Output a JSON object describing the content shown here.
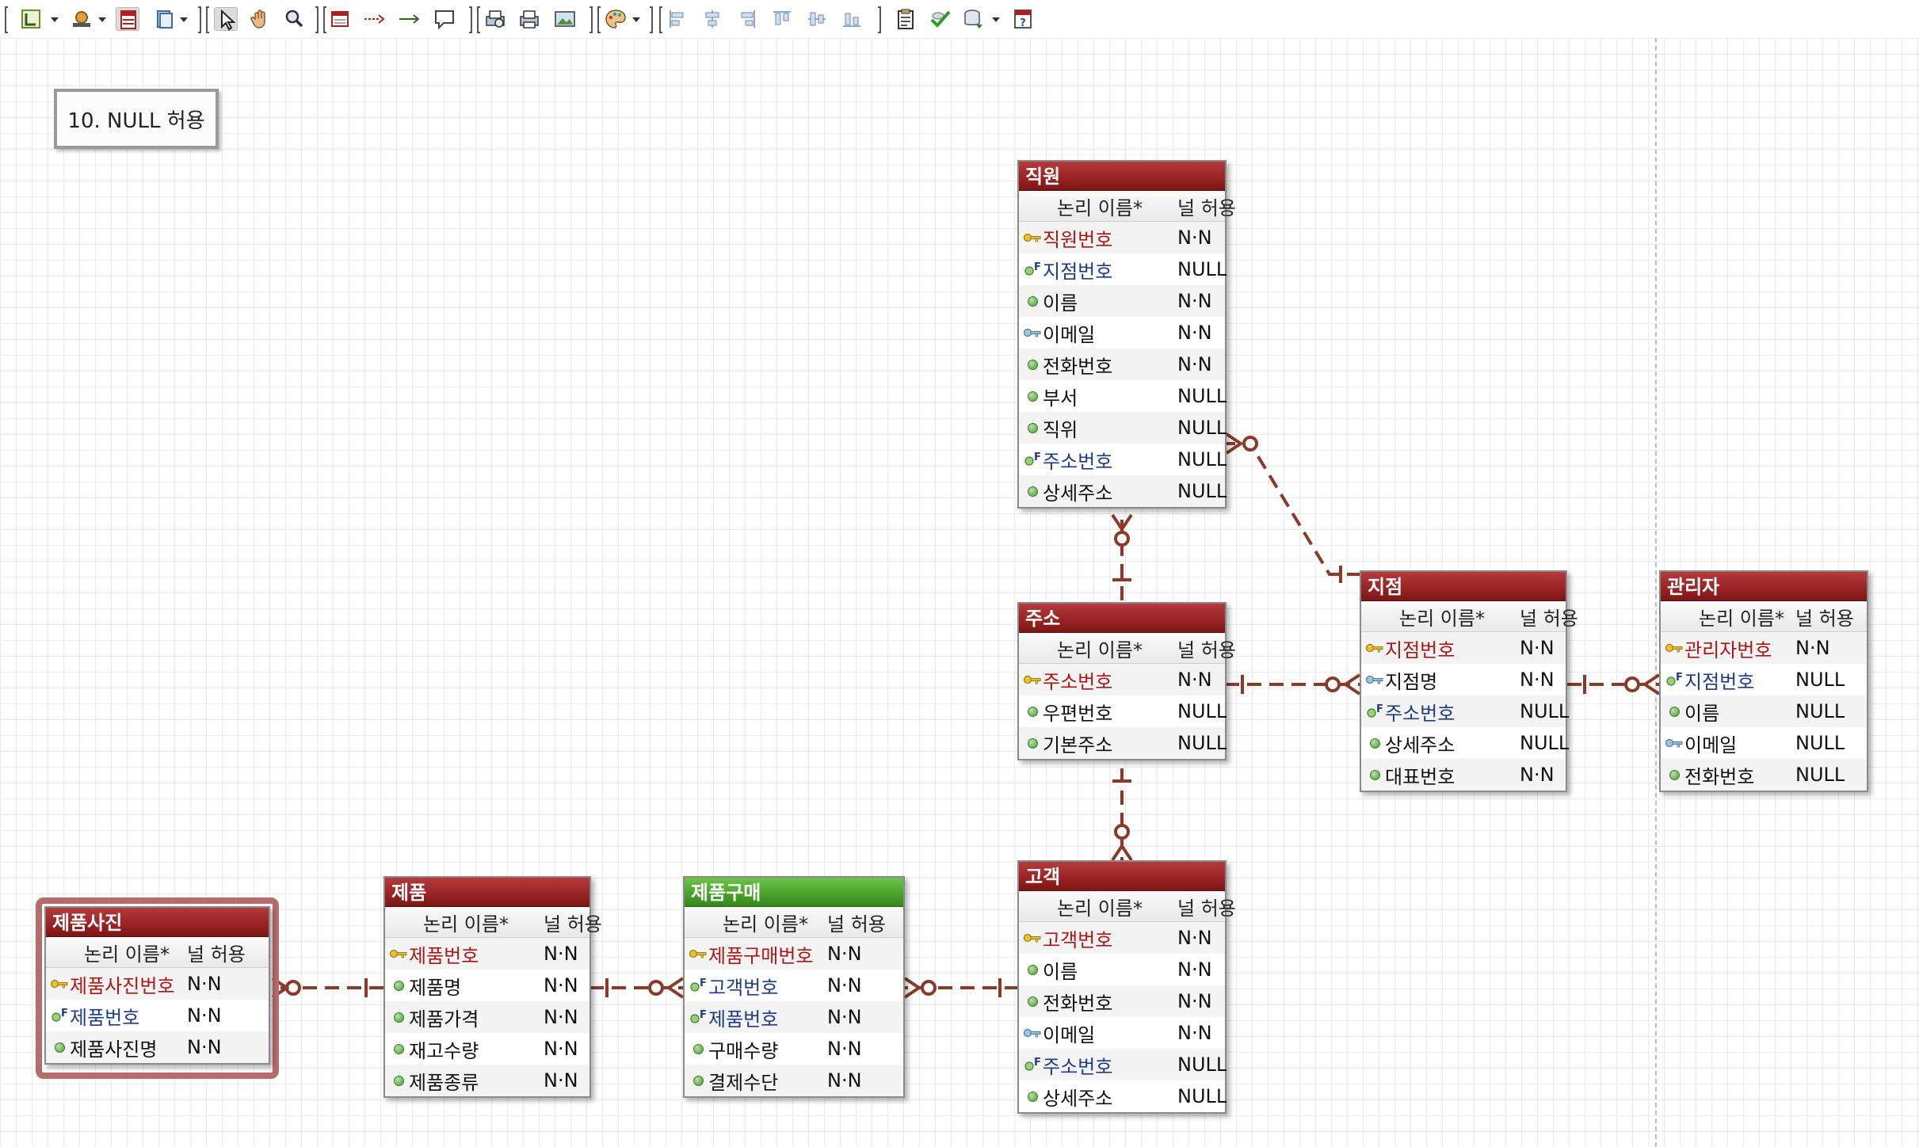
{
  "toolbar": {
    "buttons": [
      {
        "name": "layout-icon"
      },
      {
        "name": "palette-settings-icon"
      },
      {
        "name": "table-icon"
      },
      {
        "name": "document-icon"
      },
      {
        "name": "select-pointer-icon"
      },
      {
        "name": "hand-pan-icon"
      },
      {
        "name": "zoom-icon"
      },
      {
        "name": "new-entity-icon"
      },
      {
        "name": "non-identifying-relation-icon"
      },
      {
        "name": "identifying-relation-icon"
      },
      {
        "name": "note-icon"
      },
      {
        "name": "print-preview-icon"
      },
      {
        "name": "print-icon"
      },
      {
        "name": "image-export-icon"
      },
      {
        "name": "color-palette-icon"
      },
      {
        "name": "align-left-icon"
      },
      {
        "name": "align-center-icon"
      },
      {
        "name": "align-right-icon"
      },
      {
        "name": "align-top-icon"
      },
      {
        "name": "align-middle-icon"
      },
      {
        "name": "align-bottom-icon"
      },
      {
        "name": "clipboard-icon"
      },
      {
        "name": "validate-check-icon"
      },
      {
        "name": "db-sync-icon"
      },
      {
        "name": "help-icon"
      }
    ]
  },
  "note": {
    "label": "10. NULL 허용"
  },
  "column_headers": {
    "name": "논리 이름*",
    "null": "널 허용"
  },
  "entities": {
    "employee": {
      "title": "직원",
      "rows": [
        {
          "kind": "pk",
          "name": "직원번호",
          "null": "N·N"
        },
        {
          "kind": "fk",
          "name": "지점번호",
          "null": "NULL"
        },
        {
          "kind": "attr",
          "name": "이름",
          "null": "N·N"
        },
        {
          "kind": "ak",
          "name": "이메일",
          "null": "N·N"
        },
        {
          "kind": "attr",
          "name": "전화번호",
          "null": "N·N"
        },
        {
          "kind": "attr",
          "name": "부서",
          "null": "NULL"
        },
        {
          "kind": "attr",
          "name": "직위",
          "null": "NULL"
        },
        {
          "kind": "fk",
          "name": "주소번호",
          "null": "NULL"
        },
        {
          "kind": "attr",
          "name": "상세주소",
          "null": "NULL"
        }
      ]
    },
    "address": {
      "title": "주소",
      "rows": [
        {
          "kind": "pk",
          "name": "주소번호",
          "null": "N·N"
        },
        {
          "kind": "attr",
          "name": "우편번호",
          "null": "NULL"
        },
        {
          "kind": "attr",
          "name": "기본주소",
          "null": "NULL"
        }
      ]
    },
    "branch": {
      "title": "지점",
      "rows": [
        {
          "kind": "pk",
          "name": "지점번호",
          "null": "N·N"
        },
        {
          "kind": "ak",
          "name": "지점명",
          "null": "N·N"
        },
        {
          "kind": "fk",
          "name": "주소번호",
          "null": "NULL"
        },
        {
          "kind": "attr",
          "name": "상세주소",
          "null": "NULL"
        },
        {
          "kind": "attr",
          "name": "대표번호",
          "null": "N·N"
        }
      ]
    },
    "manager": {
      "title": "관리자",
      "rows": [
        {
          "kind": "pk",
          "name": "관리자번호",
          "null": "N·N"
        },
        {
          "kind": "fk",
          "name": "지점번호",
          "null": "NULL"
        },
        {
          "kind": "attr",
          "name": "이름",
          "null": "NULL"
        },
        {
          "kind": "ak",
          "name": "이메일",
          "null": "NULL"
        },
        {
          "kind": "attr",
          "name": "전화번호",
          "null": "NULL"
        }
      ]
    },
    "customer": {
      "title": "고객",
      "rows": [
        {
          "kind": "pk",
          "name": "고객번호",
          "null": "N·N"
        },
        {
          "kind": "attr",
          "name": "이름",
          "null": "N·N"
        },
        {
          "kind": "attr",
          "name": "전화번호",
          "null": "N·N"
        },
        {
          "kind": "ak",
          "name": "이메일",
          "null": "N·N"
        },
        {
          "kind": "fk",
          "name": "주소번호",
          "null": "NULL"
        },
        {
          "kind": "attr",
          "name": "상세주소",
          "null": "NULL"
        }
      ]
    },
    "product_photo": {
      "title": "제품사진",
      "rows": [
        {
          "kind": "pk",
          "name": "제품사진번호",
          "null": "N·N"
        },
        {
          "kind": "fk",
          "name": "제품번호",
          "null": "N·N"
        },
        {
          "kind": "attr",
          "name": "제품사진명",
          "null": "N·N"
        }
      ]
    },
    "product": {
      "title": "제품",
      "rows": [
        {
          "kind": "pk",
          "name": "제품번호",
          "null": "N·N"
        },
        {
          "kind": "attr",
          "name": "제품명",
          "null": "N·N"
        },
        {
          "kind": "attr",
          "name": "제품가격",
          "null": "N·N"
        },
        {
          "kind": "attr",
          "name": "재고수량",
          "null": "N·N"
        },
        {
          "kind": "attr",
          "name": "제품종류",
          "null": "N·N"
        }
      ]
    },
    "purchase": {
      "title": "제품구매",
      "rows": [
        {
          "kind": "pk",
          "name": "제품구매번호",
          "null": "N·N"
        },
        {
          "kind": "fk",
          "name": "고객번호",
          "null": "N·N"
        },
        {
          "kind": "fk",
          "name": "제품번호",
          "null": "N·N"
        },
        {
          "kind": "attr",
          "name": "구매수량",
          "null": "N·N"
        },
        {
          "kind": "attr",
          "name": "결제수단",
          "null": "N·N"
        }
      ]
    }
  },
  "colors": {
    "entity_header": "#9b2424",
    "purchase_header": "#4aa32c",
    "relationship_line": "#8b3a2a",
    "pk_text": "#b01515",
    "fk_text": "#1e3a8a"
  }
}
